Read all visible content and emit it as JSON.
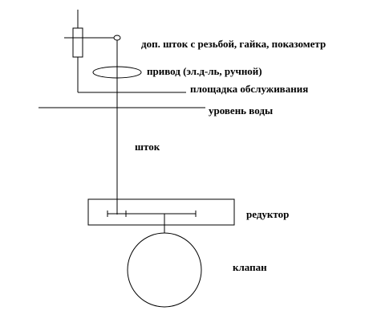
{
  "labels": {
    "rod_extension": "доп. шток с резьбой, гайка, показометр",
    "actuator": "привод (эл.д-ль, ручной)",
    "service_platform": "площадка обслуживания",
    "water_level": "уровень воды",
    "rod": "шток",
    "gearbox": "редуктор",
    "valve": "клапан"
  },
  "colors": {
    "line": "#000000",
    "background": "#ffffff"
  }
}
